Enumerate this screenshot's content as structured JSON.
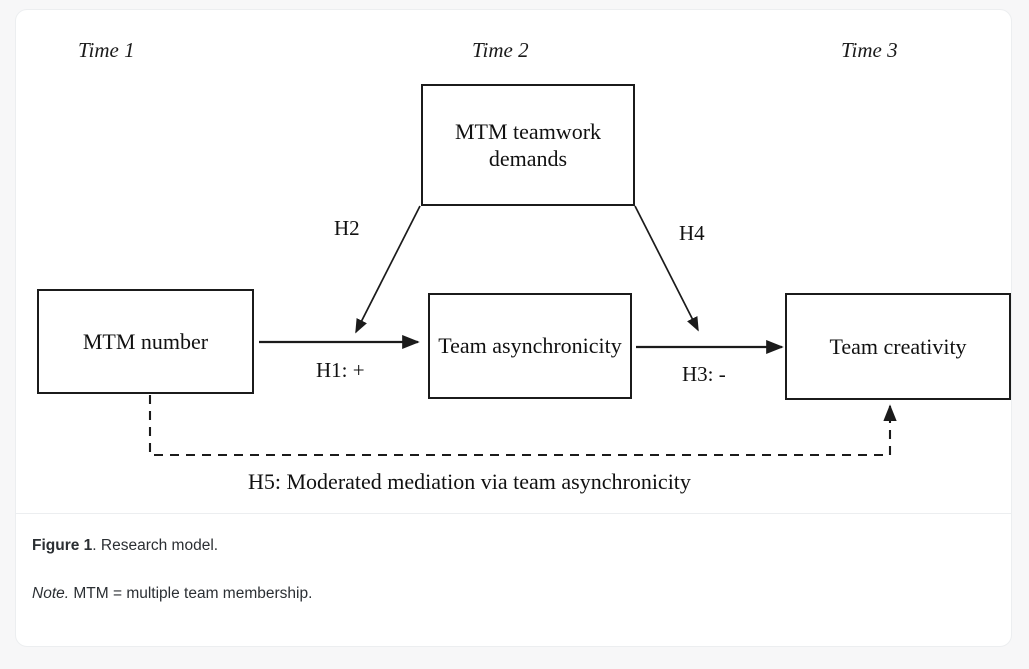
{
  "figure": {
    "timeline": [
      {
        "label": "Time 1"
      },
      {
        "label": "Time 2"
      },
      {
        "label": "Time 3"
      }
    ],
    "nodes": [
      {
        "id": "mtm-teamwork-demands",
        "label": "MTM teamwork demands"
      },
      {
        "id": "mtm-number",
        "label": "MTM number"
      },
      {
        "id": "team-asynchronicity",
        "label": "Team asynchronicity"
      },
      {
        "id": "team-creativity",
        "label": "Team creativity"
      }
    ],
    "paths": [
      {
        "id": "h1",
        "label": "H1: +",
        "from": "MTM number",
        "to": "Team asynchronicity",
        "style": "solid"
      },
      {
        "id": "h2",
        "label": "H2",
        "from": "MTM teamwork demands",
        "to": "H1 path",
        "style": "solid"
      },
      {
        "id": "h3",
        "label": "H3: -",
        "from": "Team asynchronicity",
        "to": "Team creativity",
        "style": "solid"
      },
      {
        "id": "h4",
        "label": "H4",
        "from": "MTM teamwork demands",
        "to": "H3 path",
        "style": "solid"
      },
      {
        "id": "h5",
        "label": "H5: Moderated mediation via team asynchronicity",
        "from": "MTM number",
        "to": "Team creativity",
        "style": "dashed"
      }
    ],
    "colors": {
      "stroke": "#1b1b1b",
      "box_fill": "#ffffff",
      "card_border": "#eceef0",
      "page_background": "#f7f7f8",
      "caption_text": "#2b2f33"
    }
  },
  "caption": {
    "figure_label": "Figure 1",
    "figure_title": ". Research model.",
    "note_label": "Note.",
    "note_text": " MTM = multiple team membership."
  }
}
